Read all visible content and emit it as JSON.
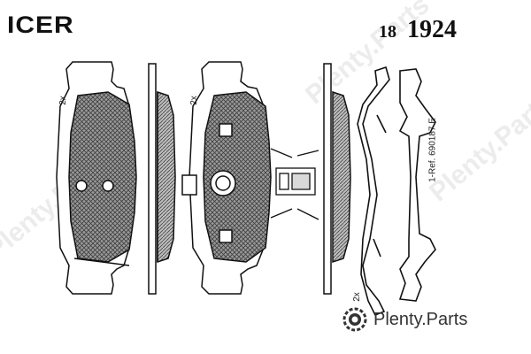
{
  "header": {
    "brand": "ICER",
    "prefix": "18",
    "number": "1924"
  },
  "reference": "1-Ref. 690187 E",
  "quantity_labels": [
    "2x",
    "2x",
    "2x"
  ],
  "watermark": {
    "brand": "Plenty.Parts",
    "icon": "gear-camera-icon"
  },
  "colors": {
    "line": "#111111",
    "hatch": "#555555",
    "pad_fill": "#8c8c8c",
    "watermark": "#ececec"
  }
}
